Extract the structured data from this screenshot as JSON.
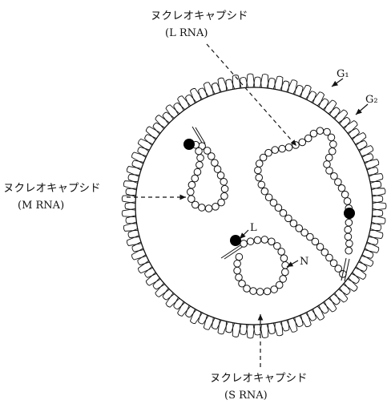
{
  "labels": {
    "top_title": "ヌクレオキャプシド",
    "top_sub": "(L RNA)",
    "left_title": "ヌクレオキャプシド",
    "left_sub": "(M RNA)",
    "bottom_title": "ヌクレオキャプシド",
    "bottom_sub": "(S RNA)",
    "g1": "G₁",
    "g2": "G₂",
    "l": "L",
    "n": "N"
  },
  "colors": {
    "ink": "#111111",
    "bead_fill": "#ffffff",
    "polymerase": "#000000"
  }
}
